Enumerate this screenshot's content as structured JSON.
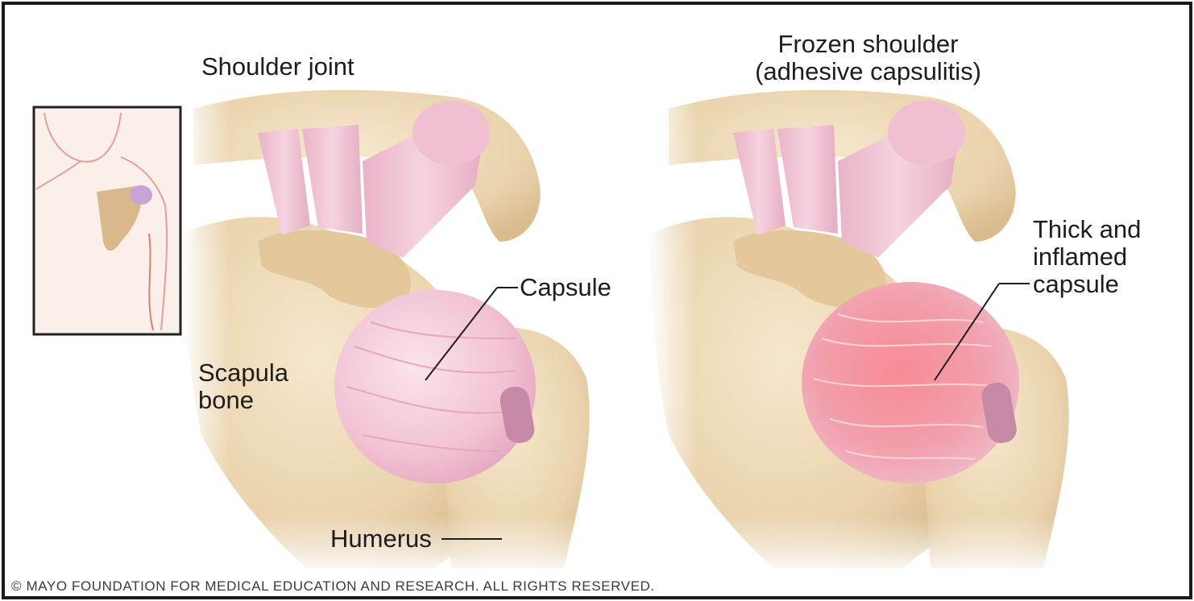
{
  "left_panel": {
    "title": "Shoulder joint",
    "labels": {
      "capsule": "Capsule",
      "scapula": "Scapula\nbone",
      "humerus": "Humerus"
    }
  },
  "right_panel": {
    "title": "Frozen shoulder\n(adhesive capsulitis)",
    "labels": {
      "capsule": "Thick and\ninflamed\ncapsule"
    }
  },
  "footer": {
    "copyright": "© MAYO FOUNDATION FOR MEDICAL EDUCATION AND RESEARCH. ALL RIGHTS RESERVED."
  },
  "colors": {
    "bone": "#ecd9b8",
    "ligament": "#f2c4d6",
    "capsule": "#f5c8da",
    "inflamed": "#ee6a78"
  }
}
